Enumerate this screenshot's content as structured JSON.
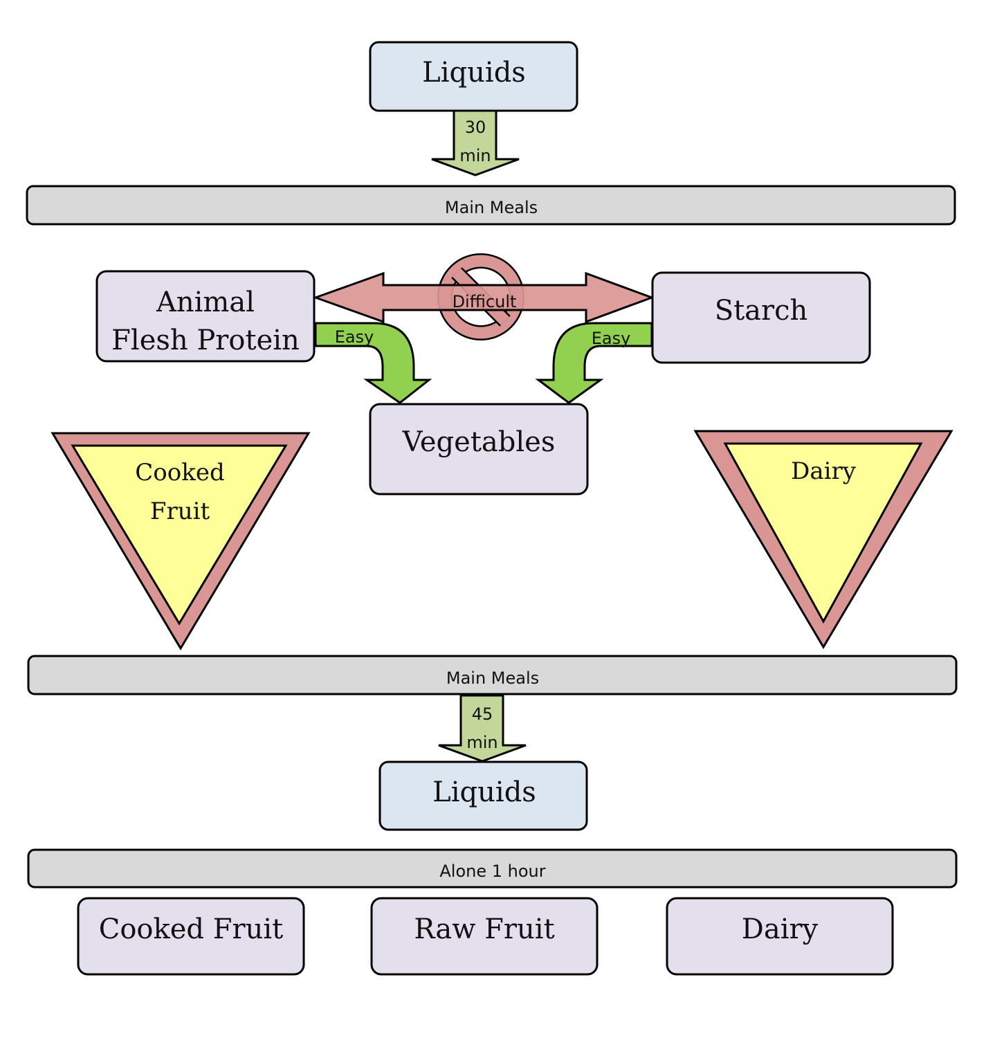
{
  "colors": {
    "liquid_fill": "#dce6f1",
    "food_fill": "#e4dfec",
    "bar_fill": "#d9d9d9",
    "time_arrow_fill": "#c4d79b",
    "easy_arrow_fill": "#92d050",
    "difficult_fill": "#da9694",
    "triangle_inner": "#ffff99",
    "outline": "#000000"
  },
  "top": {
    "liquids_label": "Liquids",
    "arrow_number": "30",
    "arrow_unit": "min"
  },
  "bars": {
    "main_meals_1": "Main Meals",
    "main_meals_2": "Main Meals",
    "alone": "Alone 1 hour"
  },
  "middle": {
    "protein_line1": "Animal",
    "protein_line2": "Flesh Protein",
    "starch": "Starch",
    "vegetables": "Vegetables",
    "difficult_label": "Difficult",
    "easy_left": "Easy",
    "easy_right": "Easy",
    "prohibited_icon": "prohibited-icon"
  },
  "triangles": {
    "left_line1": "Cooked",
    "left_line2": "Fruit",
    "right_line1": "Dairy"
  },
  "bottom": {
    "arrow_number": "45",
    "arrow_unit": "min",
    "liquids_label": "Liquids",
    "items": [
      "Cooked Fruit",
      "Raw Fruit",
      "Dairy"
    ]
  }
}
